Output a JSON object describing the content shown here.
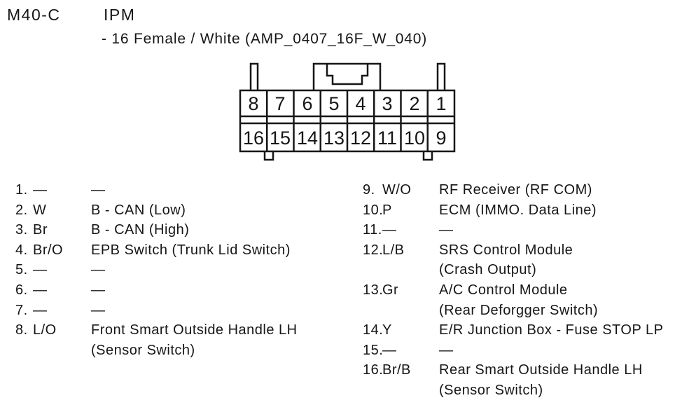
{
  "header": {
    "connector_id": "M40-C",
    "module": "IPM",
    "subtitle": "- 16 Female / White (AMP_0407_16F_W_040)"
  },
  "connector": {
    "type": "16-pin female connector, white",
    "top_row": [
      "8",
      "7",
      "6",
      "5",
      "4",
      "3",
      "2",
      "1"
    ],
    "bottom_row": [
      "16",
      "15",
      "14",
      "13",
      "12",
      "11",
      "10",
      "9"
    ]
  },
  "colors": {
    "line": "#161616",
    "background": "#ffffff"
  },
  "pins": {
    "left": [
      {
        "num": "1.",
        "color": "—",
        "desc": "—"
      },
      {
        "num": "2.",
        "color": "W",
        "desc": "B - CAN (Low)"
      },
      {
        "num": "3.",
        "color": "Br",
        "desc": "B - CAN (High)"
      },
      {
        "num": "4.",
        "color": "Br/O",
        "desc": "EPB Switch (Trunk Lid Switch)"
      },
      {
        "num": "5.",
        "color": "—",
        "desc": "—"
      },
      {
        "num": "6.",
        "color": "—",
        "desc": "—"
      },
      {
        "num": "7.",
        "color": "—",
        "desc": "—"
      },
      {
        "num": "8.",
        "color": "L/O",
        "desc": "Front Smart Outside Handle LH",
        "desc2": "(Sensor Switch)"
      }
    ],
    "right": [
      {
        "num": "9.",
        "color": "W/O",
        "desc": "RF Receiver (RF COM)"
      },
      {
        "num": "10.",
        "color": "P",
        "desc": "ECM (IMMO. Data Line)"
      },
      {
        "num": "11.",
        "color": "—",
        "desc": "—"
      },
      {
        "num": "12.",
        "color": "L/B",
        "desc": "SRS Control Module",
        "desc2": "(Crash Output)"
      },
      {
        "num": "13.",
        "color": "Gr",
        "desc": "A/C Control Module",
        "desc2": "(Rear Deforgger Switch)"
      },
      {
        "num": "14.",
        "color": "Y",
        "desc": "E/R Junction Box - Fuse STOP LP"
      },
      {
        "num": "15.",
        "color": "—",
        "desc": "—"
      },
      {
        "num": "16.",
        "color": "Br/B",
        "desc": "Rear Smart Outside Handle LH",
        "desc2": "(Sensor Switch)"
      }
    ]
  }
}
